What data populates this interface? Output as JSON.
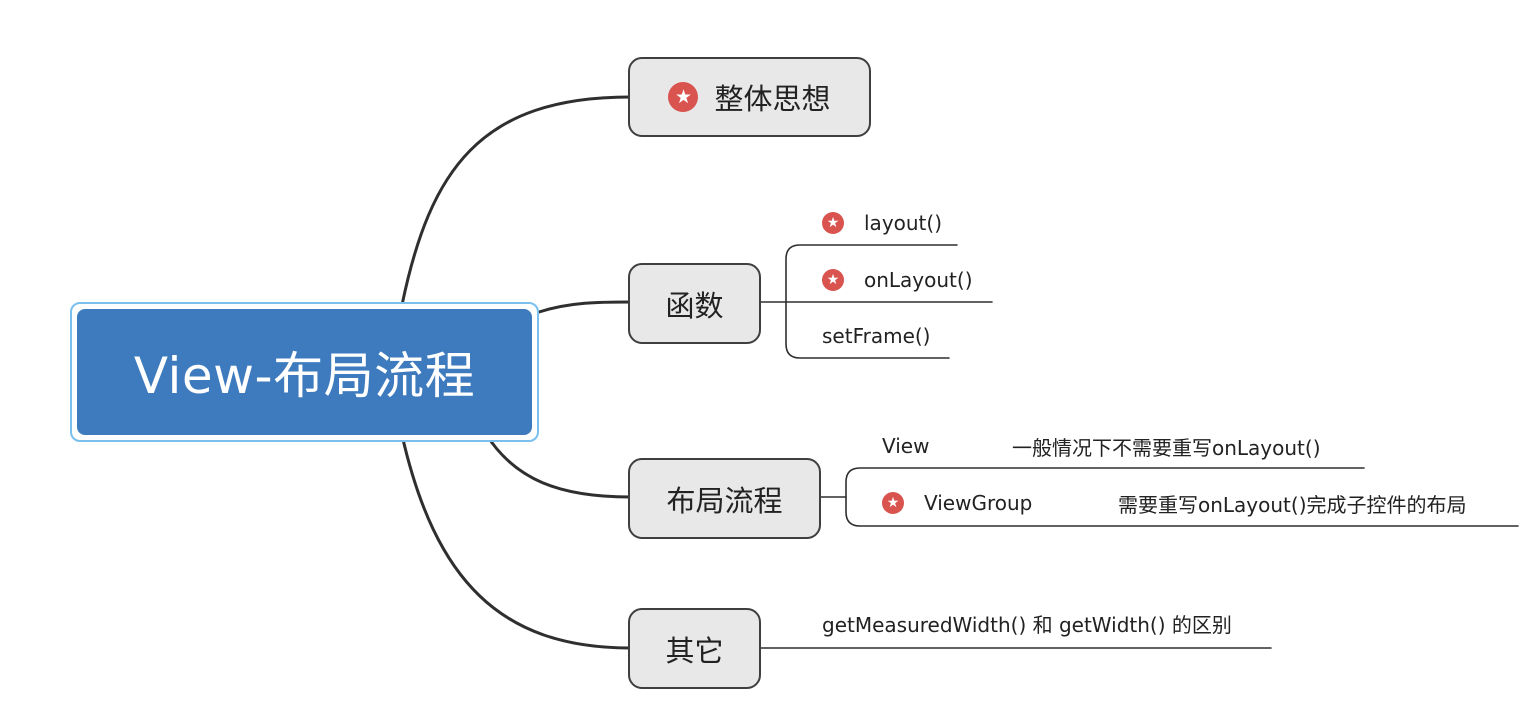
{
  "root": {
    "label": "View-布局流程"
  },
  "topics": [
    {
      "label": "整体思想",
      "starred": true
    },
    {
      "label": "函数",
      "children": [
        {
          "label": "layout()",
          "starred": true
        },
        {
          "label": "onLayout()",
          "starred": true
        },
        {
          "label": "setFrame()",
          "starred": false
        }
      ]
    },
    {
      "label": "布局流程",
      "children": [
        {
          "label": "View",
          "note": "一般情况下不需要重写onLayout()",
          "starred": false
        },
        {
          "label": "ViewGroup",
          "note": "需要重写onLayout()完成子控件的布局",
          "starred": true
        }
      ]
    },
    {
      "label": "其它",
      "children": [
        {
          "label": "getMeasuredWidth() 和 getWidth() 的区别",
          "starred": false
        }
      ]
    }
  ],
  "icons": {
    "star": "star-marker-icon"
  },
  "colors": {
    "root_fill": "#3e7bbe",
    "root_outline": "#79c0ee",
    "topic_fill": "#e8e8e8",
    "star": "#d9534f"
  }
}
